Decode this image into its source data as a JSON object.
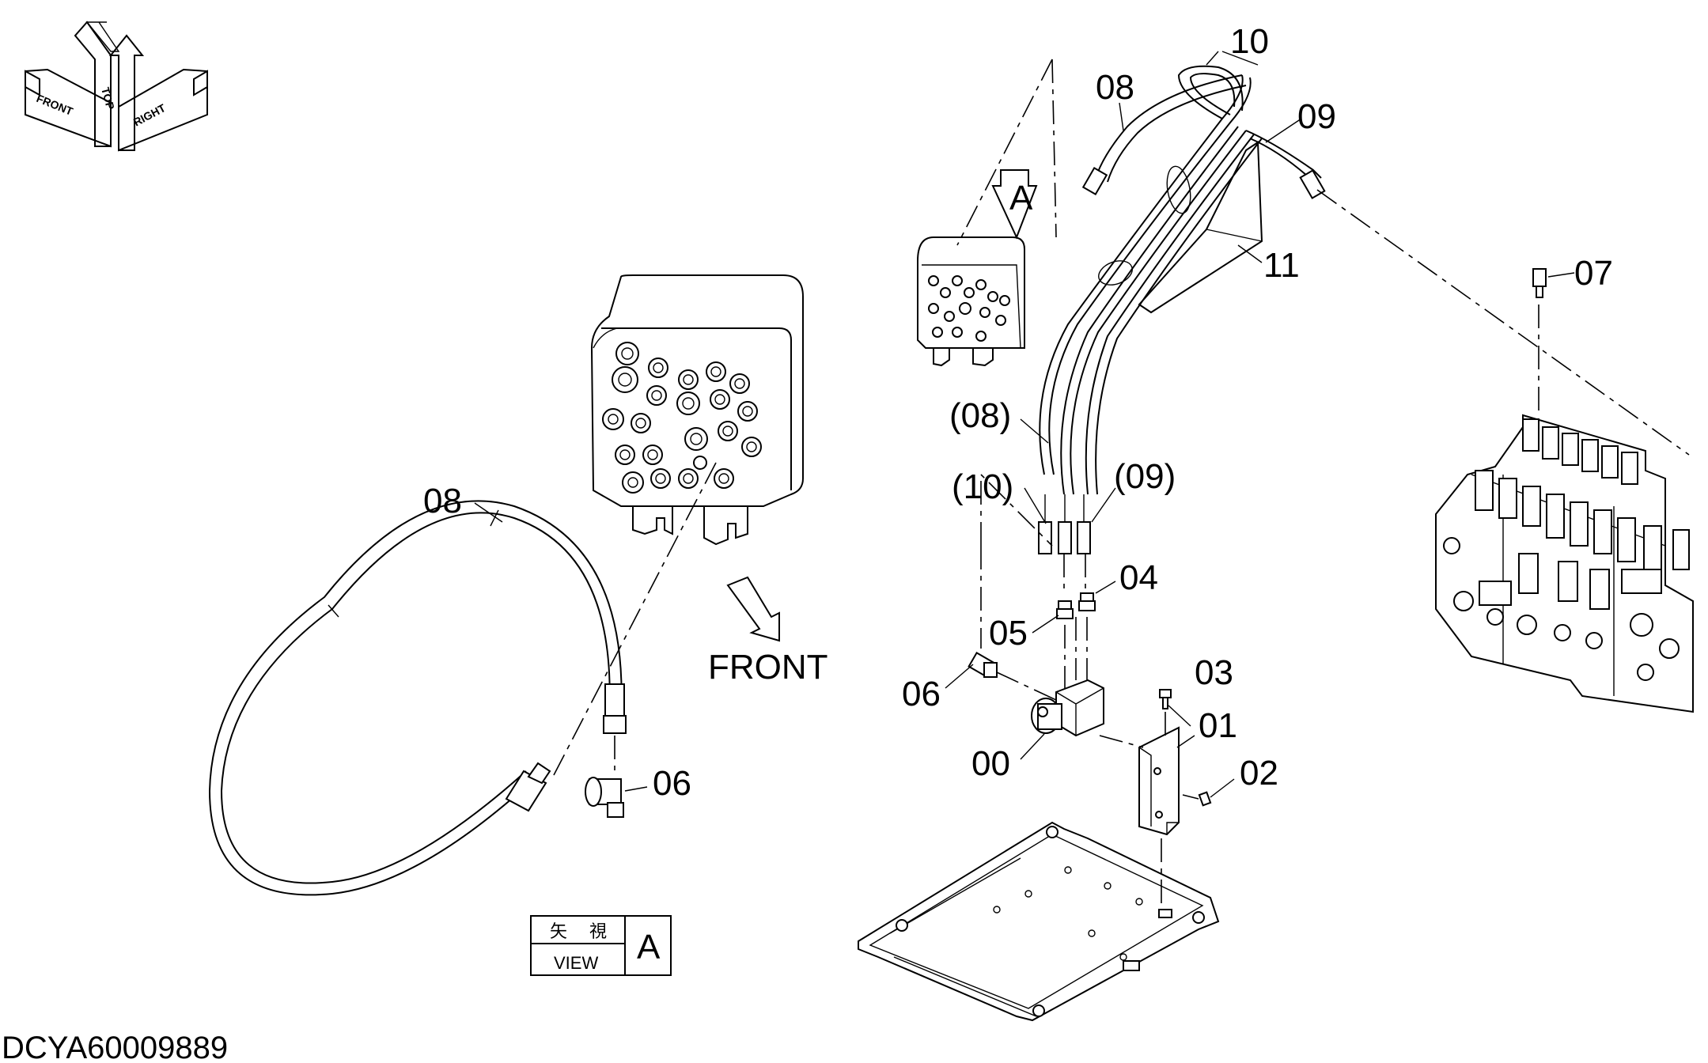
{
  "diagram_code": "DCYA60009889",
  "front_label": "FRONT",
  "view_box": {
    "kanji_1": "矢",
    "kanji_2": "視",
    "view_text": "VIEW",
    "view_letter": "A"
  },
  "view_arrow_letter": "A",
  "orientation": {
    "top": "TOP",
    "front": "FRONT",
    "right": "RIGHT"
  },
  "callouts": {
    "c00": "00",
    "c01": "01",
    "c02": "02",
    "c03": "03",
    "c04": "04",
    "c05": "05",
    "c06_main": "06",
    "c06_view": "06",
    "c07": "07",
    "c08_top": "08",
    "c08_paren": "(08)",
    "c08_view": "08",
    "c09_top": "09",
    "c09_paren": "(09)",
    "c10_top": "10",
    "c10_paren": "(10)",
    "c11": "11"
  }
}
